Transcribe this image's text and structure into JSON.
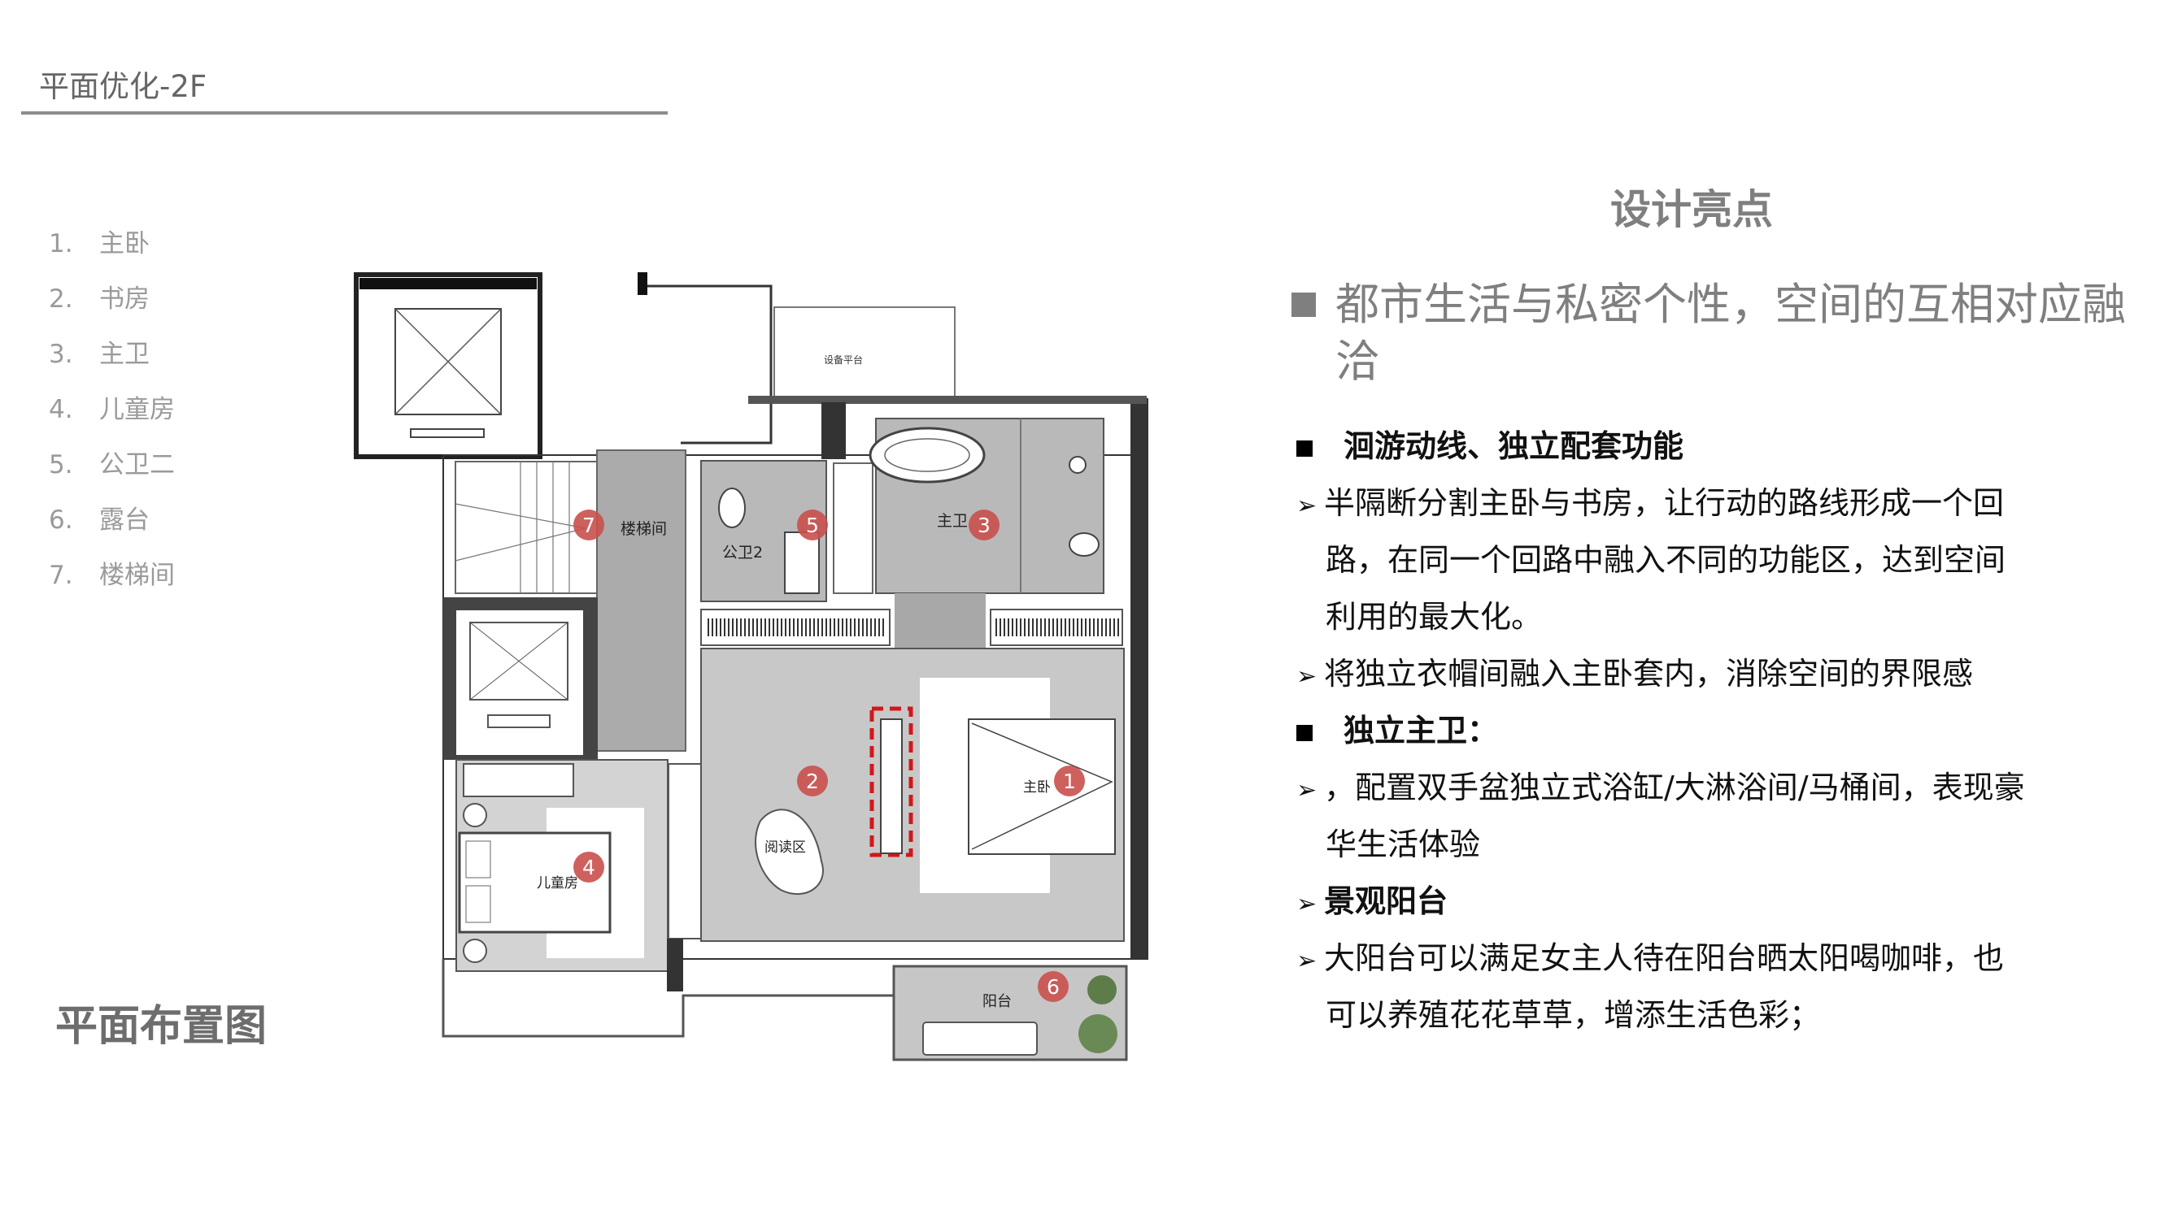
{
  "header": {
    "title": "平面优化-2F"
  },
  "legend": [
    {
      "num": "1.",
      "label": "主卧"
    },
    {
      "num": "2.",
      "label": "书房"
    },
    {
      "num": "3.",
      "label": "主卫"
    },
    {
      "num": "4.",
      "label": "儿童房"
    },
    {
      "num": "5.",
      "label": "公卫二"
    },
    {
      "num": "6.",
      "label": "露台"
    },
    {
      "num": "7.",
      "label": "楼梯间"
    }
  ],
  "plan": {
    "caption": "平面布置图",
    "rooms": {
      "master_bedroom": "主卧",
      "reading": "阅读区",
      "kids": "儿童房",
      "stairs": "楼梯间",
      "public_bath": "公卫2",
      "master_bath": "主卫",
      "balcony": "阳台",
      "equipment": "设备平台"
    },
    "markers": [
      "1",
      "2",
      "3",
      "4",
      "5",
      "6",
      "7"
    ],
    "marker_color": "#c9504c"
  },
  "highlights": {
    "title": "设计亮点",
    "heading": "都市生活与私密个性，空间的互相对应融洽",
    "lines": [
      {
        "type": "square",
        "bold": true,
        "text": "洄游动线、独立配套功能"
      },
      {
        "type": "arrow",
        "bold": false,
        "text": "半隔断分割主卧与书房，让行动的路线形成一个回"
      },
      {
        "type": "cont",
        "bold": false,
        "text": "路，在同一个回路中融入不同的功能区，达到空间"
      },
      {
        "type": "cont",
        "bold": false,
        "text": "利用的最大化。"
      },
      {
        "type": "arrow",
        "bold": false,
        "text": "将独立衣帽间融入主卧套内，消除空间的界限感"
      },
      {
        "type": "square",
        "bold": true,
        "text": "独立主卫："
      },
      {
        "type": "arrow",
        "bold": false,
        "text": "，配置双手盆独立式浴缸/大淋浴间/马桶间，表现豪"
      },
      {
        "type": "cont",
        "bold": false,
        "text": "华生活体验"
      },
      {
        "type": "arrow",
        "bold": true,
        "text": "景观阳台"
      },
      {
        "type": "arrow",
        "bold": false,
        "text": "大阳台可以满足女主人待在阳台晒太阳喝咖啡，也"
      },
      {
        "type": "cont",
        "bold": false,
        "text": "可以养殖花花草草，增添生活色彩；"
      }
    ]
  }
}
